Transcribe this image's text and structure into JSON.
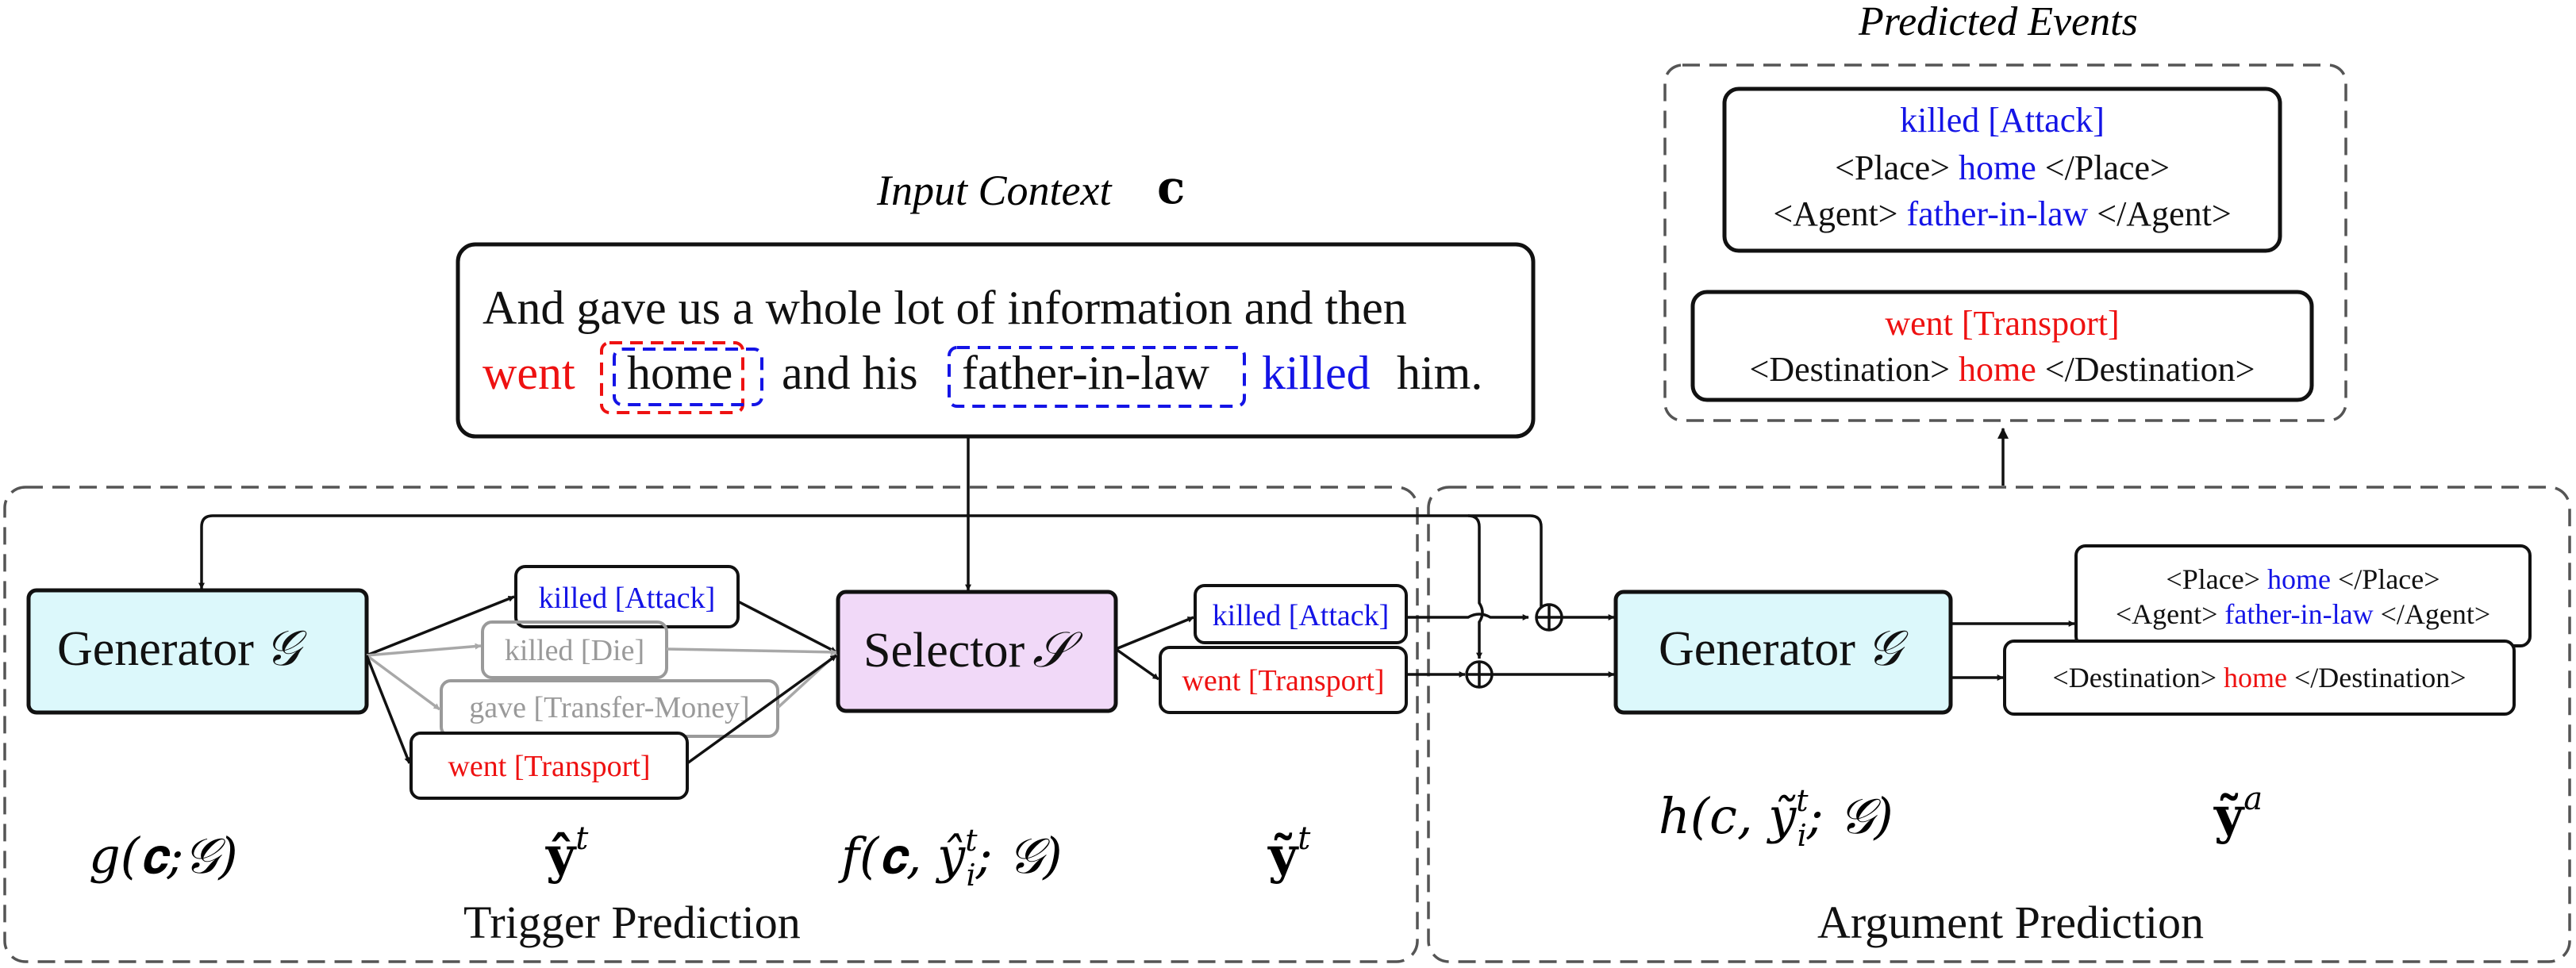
{
  "colors": {
    "blue": "#1414e6",
    "red": "#ee1111",
    "black": "#111111",
    "gray": "#9a9a9a",
    "generator_fill": "#dcf8fb",
    "selector_fill": "#f1d9f8"
  },
  "input": {
    "title_italic": "Input Context",
    "title_symbol": "c",
    "line1": "And gave us a whole lot of information and then",
    "line2": {
      "went": "went",
      "home": "home",
      "and_his": "and his",
      "father": "father-in-law",
      "killed": "killed",
      "him": "him."
    }
  },
  "predicted": {
    "title": "Predicted Events",
    "attack": {
      "head": "killed [Attack]",
      "place_open": "<Place>",
      "place_val": "home",
      "place_close": "</Place>",
      "agent_open": "<Agent>",
      "agent_val": "father-in-law",
      "agent_close": "</Agent>"
    },
    "transport": {
      "head": "went [Transport]",
      "dest_open": "<Destination>",
      "dest_val": "home",
      "dest_close": "</Destination>"
    }
  },
  "trigger": {
    "section_label": "Trigger Prediction",
    "generator_label": "Generator",
    "generator_symbol": "𝒢",
    "candidates": {
      "killed_attack": "killed [Attack]",
      "killed_die": "killed [Die]",
      "gave_transfer": "gave [Transfer-Money]",
      "went_transport": "went [Transport]"
    },
    "selector_label": "Selector",
    "selector_symbol": "𝒮",
    "selected": {
      "killed_attack": "killed [Attack]",
      "went_transport": "went [Transport]"
    },
    "math": {
      "g": "g(𝐜;𝒢)",
      "yhat_t": "ŷ",
      "f": "f(𝐜, ŷ",
      "f_tail": "; 𝒢)",
      "ytilde_t": "ỹ"
    }
  },
  "argument": {
    "section_label": "Argument Prediction",
    "generator_label": "Generator",
    "generator_symbol": "𝒢",
    "output1": {
      "place_open": "<Place>",
      "place_val": "home",
      "place_close": "</Place>",
      "agent_open": "<Agent>",
      "agent_val": "father-in-law",
      "agent_close": "</Agent>"
    },
    "output2": {
      "dest_open": "<Destination>",
      "dest_val": "home",
      "dest_close": "</Destination>"
    },
    "math": {
      "h": "h(c, ỹ",
      "h_tail": "; 𝒢)",
      "ytilde_a": "ỹ"
    }
  }
}
